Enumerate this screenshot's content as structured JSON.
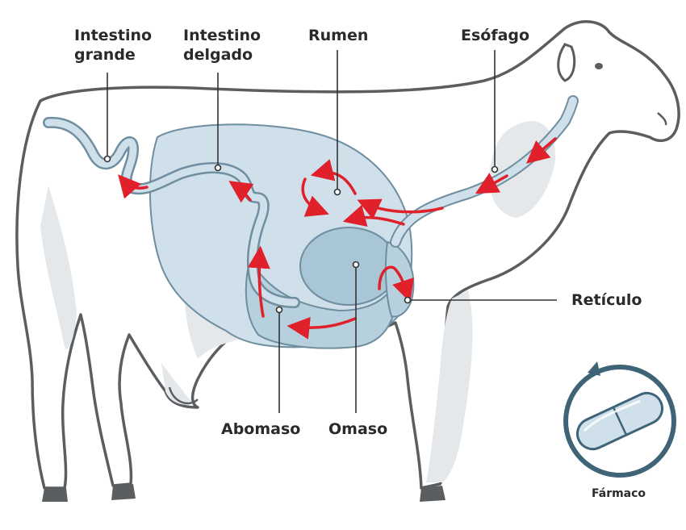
{
  "labels": {
    "intestino_grande": [
      "Intestino",
      "grande"
    ],
    "intestino_delgado": [
      "Intestino",
      "delgado"
    ],
    "rumen": "Rumen",
    "esofago": "Esófago",
    "reticulo": "Retículo",
    "abomaso": "Abomaso",
    "omaso": "Omaso",
    "farmaco": "Fármaco"
  },
  "colors": {
    "outline": "#5b5e61",
    "cow_fill": "#ffffff",
    "cow_shadow": "#e4e8eb",
    "organ_fill": "#cfe0ea",
    "organ_dark": "#a9c6d6",
    "organ_stroke": "#6f8ea0",
    "flow_arrow": "#e0202b",
    "leader_line": "#333333",
    "text": "#2a2a2a",
    "capsule_ring": "#3f6478"
  },
  "icons": [
    "flow-arrow-icon",
    "capsule-icon"
  ]
}
